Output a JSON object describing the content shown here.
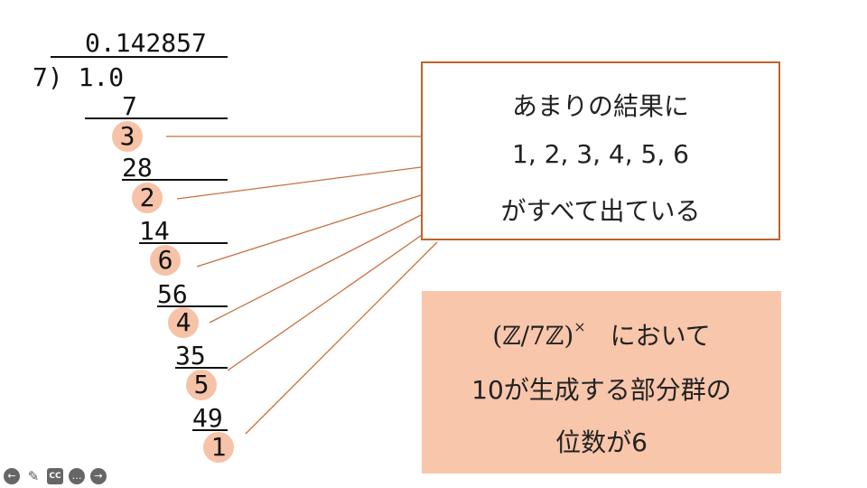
{
  "division": {
    "quotient": "0.142857",
    "divisor_and_dividend": "7) 1.0",
    "subtrahends": [
      "7",
      "28",
      "14",
      "56",
      "35",
      "49"
    ],
    "remainders": [
      "3",
      "2",
      "6",
      "4",
      "5",
      "1"
    ]
  },
  "note_box": {
    "line1": "あまりの結果に",
    "line2": "1, 2, 3, 4, 5, 6",
    "line3": "がすべて出ている"
  },
  "group_box": {
    "math": "(ℤ/7ℤ)",
    "superscript": "×",
    "line1_text": "において",
    "line2": "10が生成する部分群の",
    "line3": "位数が6"
  },
  "colors": {
    "box_border": "#c0622b",
    "box_fill": "#f8c6ab",
    "circle_fill": "#f6c3a8",
    "connector": "#c7703e"
  },
  "controls": {
    "back": "back-icon",
    "pen": "pen-icon",
    "captions": "CC",
    "more": "more-icon",
    "forward": "forward-icon"
  }
}
